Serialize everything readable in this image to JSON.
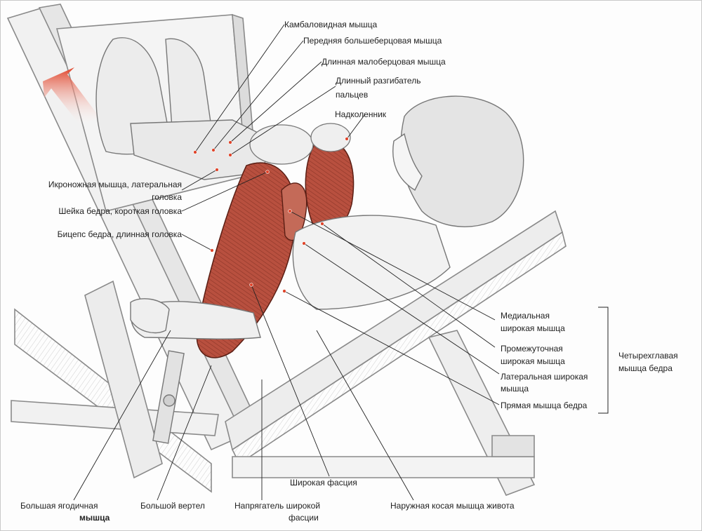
{
  "labels": {
    "soleus": "Камбаловидная мышца",
    "tibialis_anterior": "Передняя большеберцовая мышца",
    "peroneus_longus": "Длинная малоберцовая мышца",
    "ext_digitorum_1": "Длинный разгибатель",
    "ext_digitorum_2": "пальцев",
    "patella": "Надколенник",
    "gastrocnemius_1": "Икроножная мышца, латеральная",
    "gastrocnemius_2": "головка",
    "biceps_short": "Шейка бедра, короткая головка",
    "biceps_long": "Бицепс бедра, длинная головка",
    "vastus_medialis_1": "Медиальная",
    "vastus_medialis_2": "широкая мышца",
    "vastus_intermedius_1": "Промежуточная",
    "vastus_intermedius_2": "широкая мышца",
    "vastus_lateralis_1": "Латеральная широкая",
    "vastus_lateralis_2": "мышца",
    "rectus_femoris": "Прямая мышца бедра",
    "quadriceps_1": "Четырехглавая",
    "quadriceps_2": "мышца бедра",
    "fascia_lata": "Широкая фасция",
    "gluteus_max_1": "Большая ягодичная",
    "gluteus_max_2": "мышца",
    "greater_trochanter": "Большой вертел",
    "tensor_1": "Напрягатель широкой",
    "tensor_2": "фасции",
    "external_oblique": "Наружная косая мышца живота"
  },
  "colors": {
    "leader": "#222222",
    "muscle": "#b8503f",
    "arrow": "#e0442a",
    "sketch": "#8a8a8a"
  }
}
